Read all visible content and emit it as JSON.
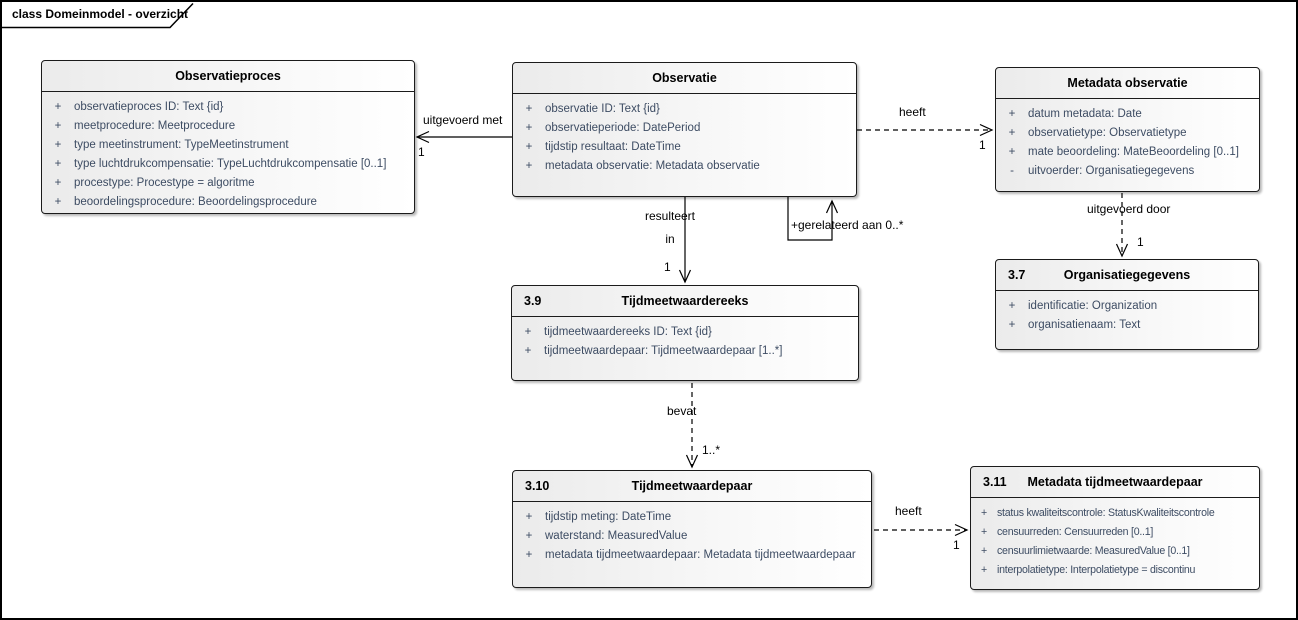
{
  "frame": {
    "title": "class Domeinmodel - overzicht"
  },
  "colors": {
    "attribute_text": "#3d4c63",
    "box_border": "#000000",
    "box_fill_left": "#ebebeb",
    "box_fill_right": "#ffffff",
    "line": "#000000"
  },
  "classes": [
    {
      "number": "",
      "title": "Observatieproces",
      "attributes": [
        {
          "vis": "+",
          "text": "observatieproces ID: Text {id}"
        },
        {
          "vis": "+",
          "text": "meetprocedure: Meetprocedure"
        },
        {
          "vis": "+",
          "text": "type meetinstrument: TypeMeetinstrument"
        },
        {
          "vis": "+",
          "text": "type luchtdrukcompensatie: TypeLuchtdrukcompensatie [0..1]"
        },
        {
          "vis": "+",
          "text": "procestype: Procestype = algoritme"
        },
        {
          "vis": "+",
          "text": "beoordelingsprocedure: Beoordelingsprocedure"
        }
      ]
    },
    {
      "number": "",
      "title": "Observatie",
      "attributes": [
        {
          "vis": "+",
          "text": "observatie ID: Text {id}"
        },
        {
          "vis": "+",
          "text": "observatieperiode: DatePeriod"
        },
        {
          "vis": "+",
          "text": "tijdstip resultaat: DateTime"
        },
        {
          "vis": "+",
          "text": "metadata observatie: Metadata observatie"
        }
      ]
    },
    {
      "number": "",
      "title": "Metadata observatie",
      "attributes": [
        {
          "vis": "+",
          "text": "datum metadata: Date"
        },
        {
          "vis": "+",
          "text": "observatietype: Observatietype"
        },
        {
          "vis": "+",
          "text": "mate beoordeling: MateBeoordeling [0..1]"
        },
        {
          "vis": "-",
          "text": "uitvoerder: Organisatiegegevens"
        }
      ]
    },
    {
      "number": "3.7",
      "title": "Organisatiegegevens",
      "attributes": [
        {
          "vis": "+",
          "text": "identificatie: Organization"
        },
        {
          "vis": "+",
          "text": "organisatienaam: Text"
        }
      ]
    },
    {
      "number": "3.9",
      "title": "Tijdmeetwaardereeks",
      "attributes": [
        {
          "vis": "+",
          "text": "tijdmeetwaardereeks ID: Text {id}"
        },
        {
          "vis": "+",
          "text": "tijdmeetwaardepaar: Tijdmeetwaardepaar [1..*]"
        }
      ]
    },
    {
      "number": "3.10",
      "title": "Tijdmeetwaardepaar",
      "attributes": [
        {
          "vis": "+",
          "text": "tijdstip meting: DateTime"
        },
        {
          "vis": "+",
          "text": "waterstand: MeasuredValue"
        },
        {
          "vis": "+",
          "text": "metadata tijdmeetwaardepaar: Metadata tijdmeetwaardepaar"
        }
      ]
    },
    {
      "number": "3.11",
      "title": "Metadata tijdmeetwaardepaar",
      "attributes": [
        {
          "vis": "+",
          "text": "status kwaliteitscontrole: StatusKwaliteitscontrole"
        },
        {
          "vis": "+",
          "text": "censuurreden: Censuurreden [0..1]"
        },
        {
          "vis": "+",
          "text": "censuurlimietwaarde: MeasuredValue [0..1]"
        },
        {
          "vis": "+",
          "text": "interpolatietype: Interpolatietype = discontinu"
        }
      ]
    }
  ],
  "edges": [
    {
      "name": "uitgevoerd-met",
      "label": "uitgevoerd met",
      "multiplicity": "1",
      "style": "solid"
    },
    {
      "name": "heeft-observatie-metadata",
      "label": "heeft",
      "multiplicity": "1",
      "style": "dashed"
    },
    {
      "name": "gerelateerd-aan-self",
      "label": "+gerelateerd aan 0..*",
      "multiplicity": "",
      "style": "solid"
    },
    {
      "name": "resulteert-in",
      "label": "resulteert",
      "label2": "in",
      "multiplicity": "1",
      "style": "solid"
    },
    {
      "name": "uitgevoerd-door",
      "label": "uitgevoerd door",
      "multiplicity": "1",
      "style": "dashed"
    },
    {
      "name": "bevat",
      "label": "bevat",
      "multiplicity": "1..*",
      "style": "dashed"
    },
    {
      "name": "heeft-paar-metadata",
      "label": "heeft",
      "multiplicity": "1",
      "style": "dashed"
    }
  ]
}
